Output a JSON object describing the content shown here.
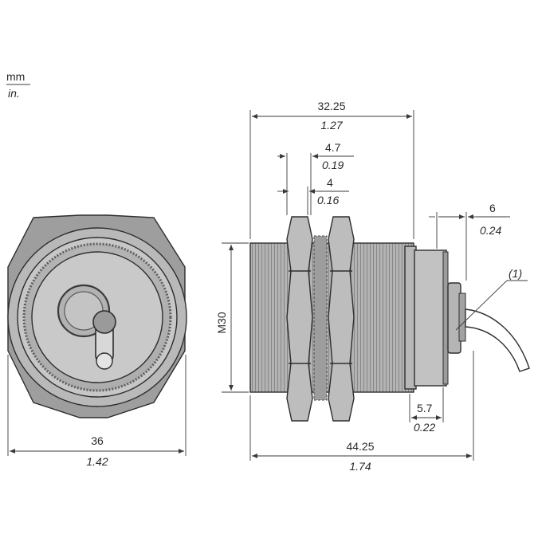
{
  "units": {
    "primary": "mm",
    "secondary": "in."
  },
  "front_view": {
    "width": {
      "mm": "36",
      "in": "1.42"
    }
  },
  "side_view": {
    "thread": "M30",
    "top_length": {
      "mm": "32.25",
      "in": "1.27"
    },
    "nut_pitch": {
      "mm": "4.7",
      "in": "0.19"
    },
    "nut_thickness": {
      "mm": "4",
      "in": "0.16"
    },
    "cap_length": {
      "mm": "6",
      "in": "0.24"
    },
    "cap_offset": {
      "mm": "5.7",
      "in": "0.22"
    },
    "total_length": {
      "mm": "44.25",
      "in": "1.74"
    },
    "callout": "(1)"
  },
  "colors": {
    "body_fill": "#c4c4c4",
    "thread_fill": "#a9a9a9",
    "dark_fill": "#8e8e8e",
    "line": "#2e2e2e"
  }
}
